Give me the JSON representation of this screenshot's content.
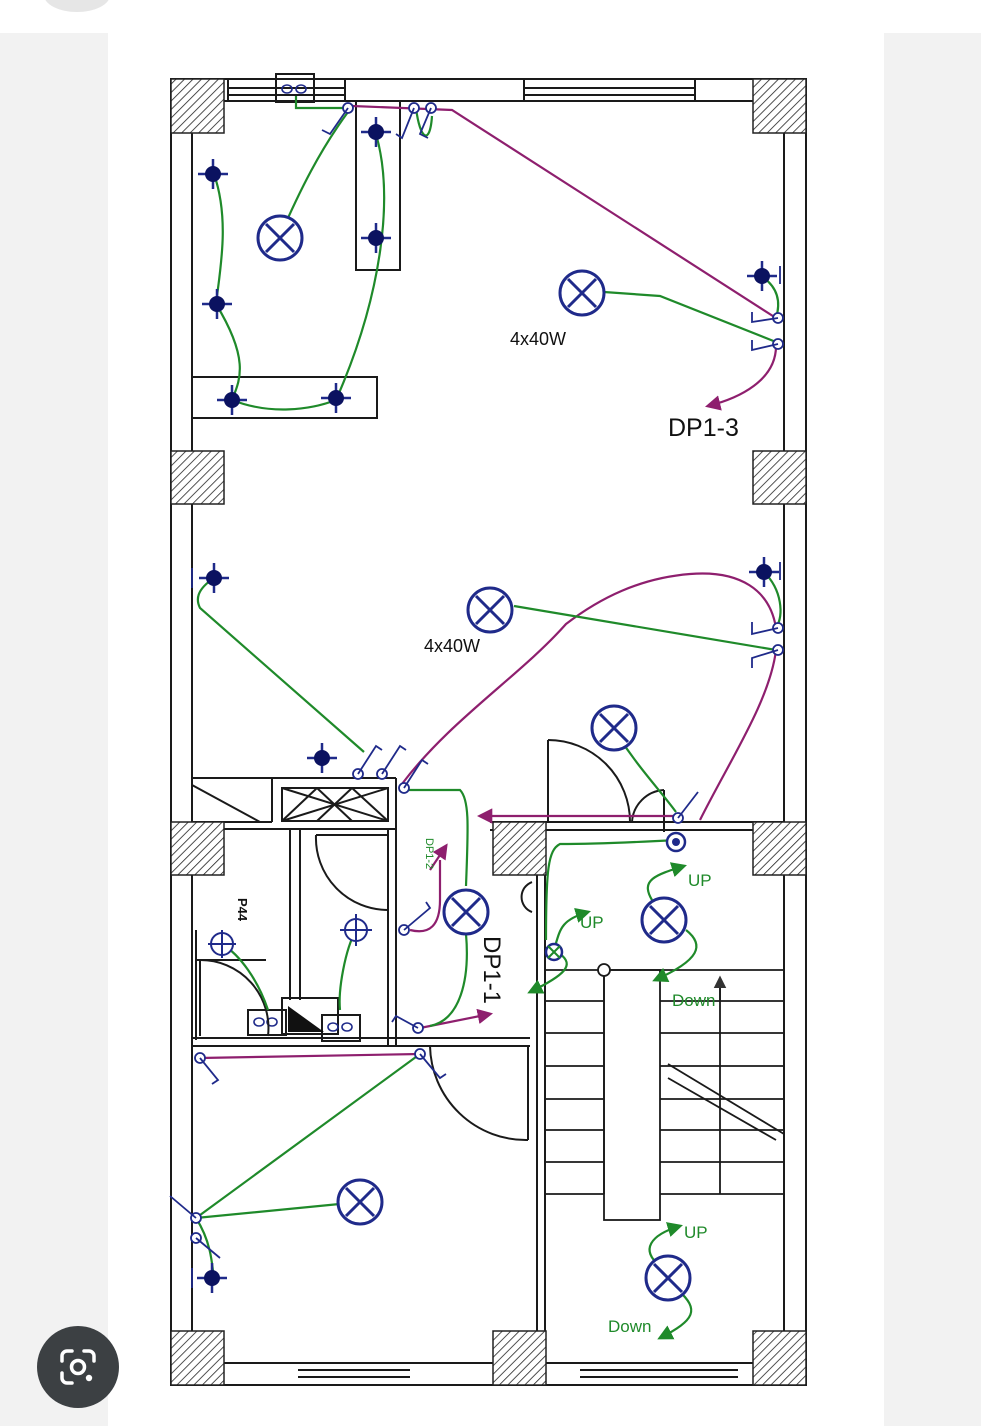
{
  "labels": {
    "load_upper": "4x40W",
    "load_middle": "4x40W",
    "db_upper": "DP1-3",
    "db_lower": "DP1-1",
    "db_small": "DP1-2",
    "room_tag": "P44",
    "stair_up_1": "UP",
    "stair_up_2": "UP",
    "stair_down_1": "Down",
    "stair_up_3": "UP",
    "stair_down_2": "Down"
  },
  "colors": {
    "wall": "#1a1a1a",
    "fixture": "#1f2a8a",
    "fixture_fill": "#0b1260",
    "circuit_green": "#1f8a2a",
    "circuit_purple": "#8e1f6e"
  },
  "icons": {
    "lens": "visual-search-icon"
  }
}
